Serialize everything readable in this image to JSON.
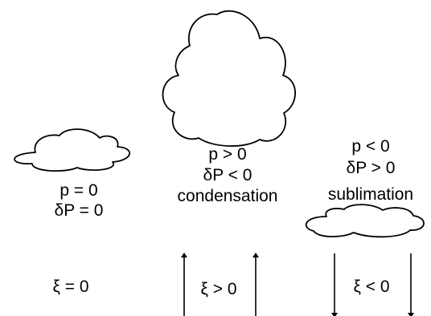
{
  "left": {
    "line1": "p = 0",
    "line2": "δP = 0",
    "xi": "ξ = 0"
  },
  "middle": {
    "line1": "p > 0",
    "line2": "δP < 0",
    "line3": "condensation",
    "xi": "ξ > 0"
  },
  "right": {
    "line1": "p < 0",
    "line2": "δP > 0",
    "line3": "sublimation",
    "xi": "ξ < 0"
  },
  "colors": {
    "stroke": "#000000",
    "fill": "#ffffff"
  }
}
